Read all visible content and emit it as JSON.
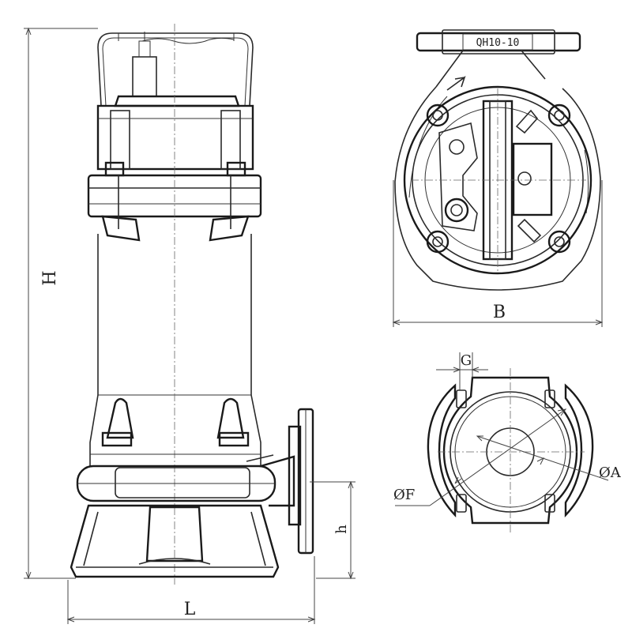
{
  "labels": {
    "height": "H",
    "length": "L",
    "width": "B",
    "g": "G",
    "phi_a": "ØA",
    "phi_f": "ØF",
    "flange_height": "h"
  },
  "nameplate": "QH10-10"
}
